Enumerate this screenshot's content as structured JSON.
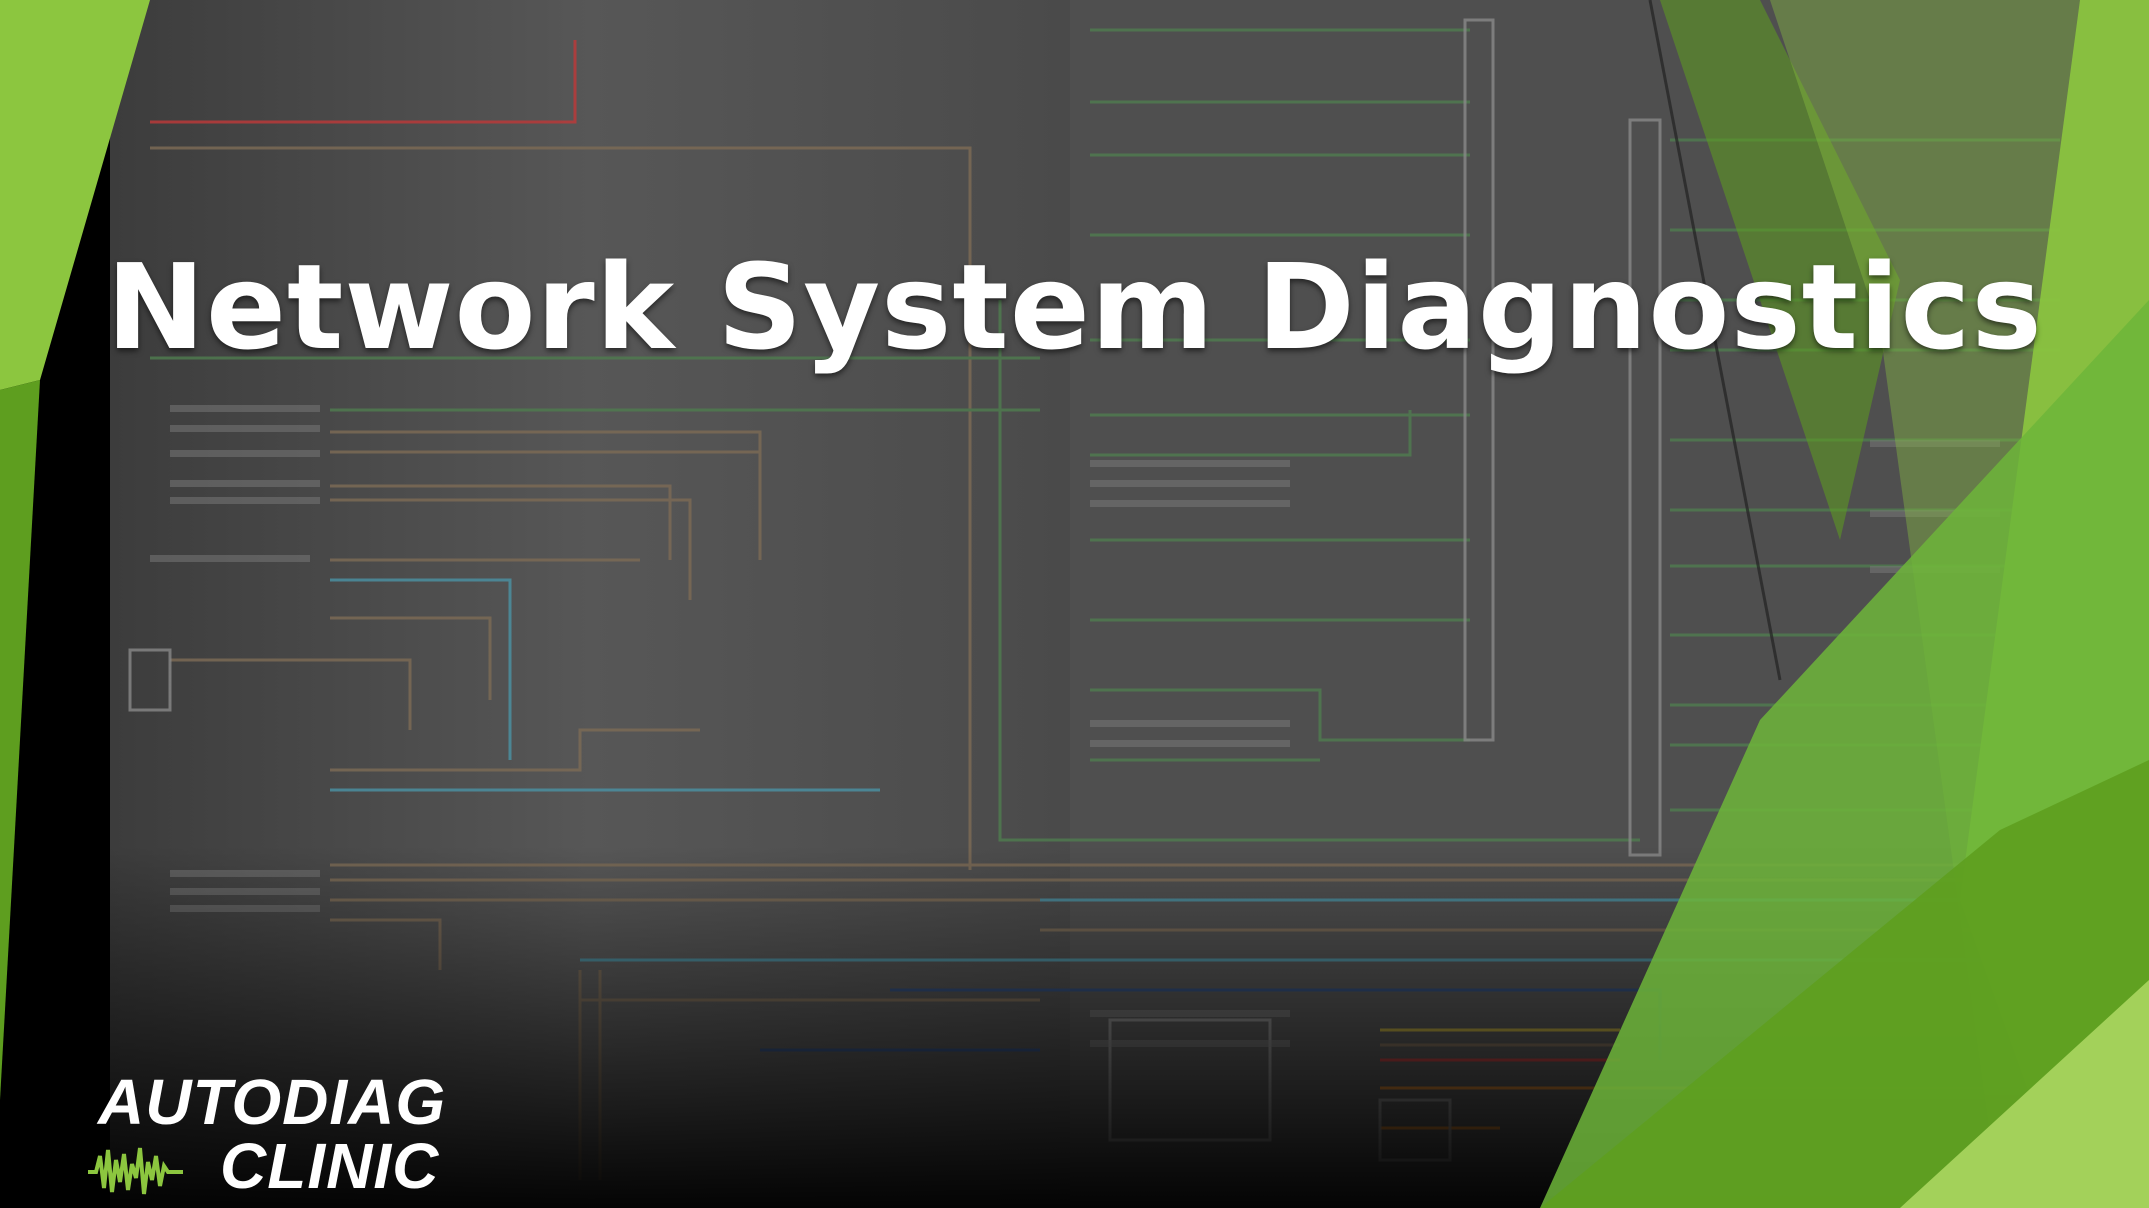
{
  "slide": {
    "title": "Network System Diagnostics",
    "background": "wiring-diagram-schematic"
  },
  "logo": {
    "line1": "AUTODIAG",
    "line2": "CLINIC",
    "icon": "ecg-waveform-icon"
  },
  "colors": {
    "accent_green": "#8cc63f",
    "dark_green": "#5e9e1f",
    "title_text": "#ffffff",
    "background": "#000000"
  }
}
